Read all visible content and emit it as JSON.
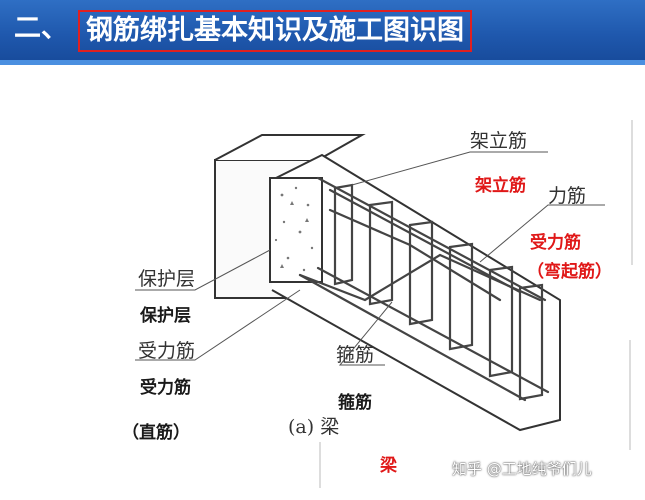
{
  "header": {
    "number": "二、",
    "title": "钢筋绑扎基本知识及施工图识图"
  },
  "diagram": {
    "labels": {
      "jialijin": "架立筋",
      "shoulijin_top": "力筋",
      "baohuceng": "保护层",
      "shoulijin_left": "受力筋",
      "gujin": "箍筋",
      "caption": "(a) 梁"
    },
    "annotations": {
      "jialijin": "架立筋",
      "shoulijin_wanqi": "受力筋",
      "wanqijin": "（弯起筋）",
      "baohuceng": "保护层",
      "shoulijin_zhi": "受力筋",
      "zhijin": "（直筋）",
      "gujin": "箍筋",
      "liang": "梁"
    }
  },
  "watermark": "知乎 @工地纯爷们儿",
  "colors": {
    "header_blue": "#1f58ad",
    "title_border": "#e02020",
    "annotation_red": "#e01818"
  }
}
